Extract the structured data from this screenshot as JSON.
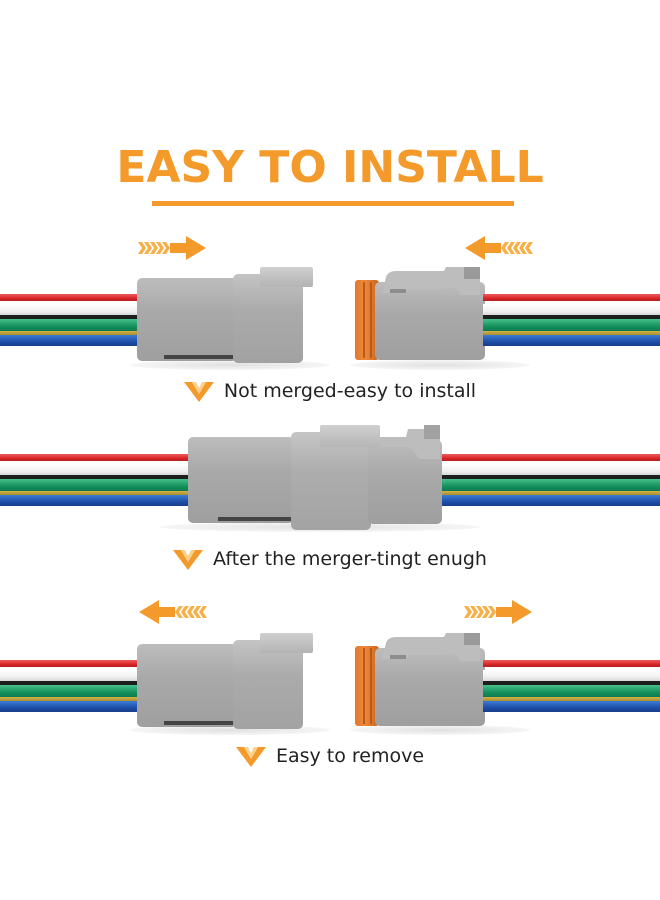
{
  "header": {
    "title": "EASY TO INSTALL",
    "accent_color": "#f39a2b"
  },
  "sections": [
    {
      "id": "not-merged",
      "caption": "Not merged-easy to install",
      "arrows": [
        {
          "direction": "right",
          "icon": "chevron-arrow-right-icon"
        },
        {
          "direction": "left",
          "icon": "chevron-arrow-left-icon"
        }
      ],
      "state": "separated"
    },
    {
      "id": "merged",
      "caption": "After the merger-tingt enugh",
      "arrows": [],
      "state": "connected"
    },
    {
      "id": "remove",
      "caption": "Easy to remove",
      "arrows": [
        {
          "direction": "left",
          "icon": "chevron-arrow-left-icon"
        },
        {
          "direction": "right",
          "icon": "chevron-arrow-right-icon"
        }
      ],
      "state": "separated"
    }
  ],
  "wire_colors": [
    "#d8272b",
    "#f2f2f2",
    "#1d1f1f",
    "#14915e",
    "#a58e2e",
    "#1e4fa8"
  ],
  "connector_color": "#a9a9a9",
  "seal_color": "#e07a2d"
}
